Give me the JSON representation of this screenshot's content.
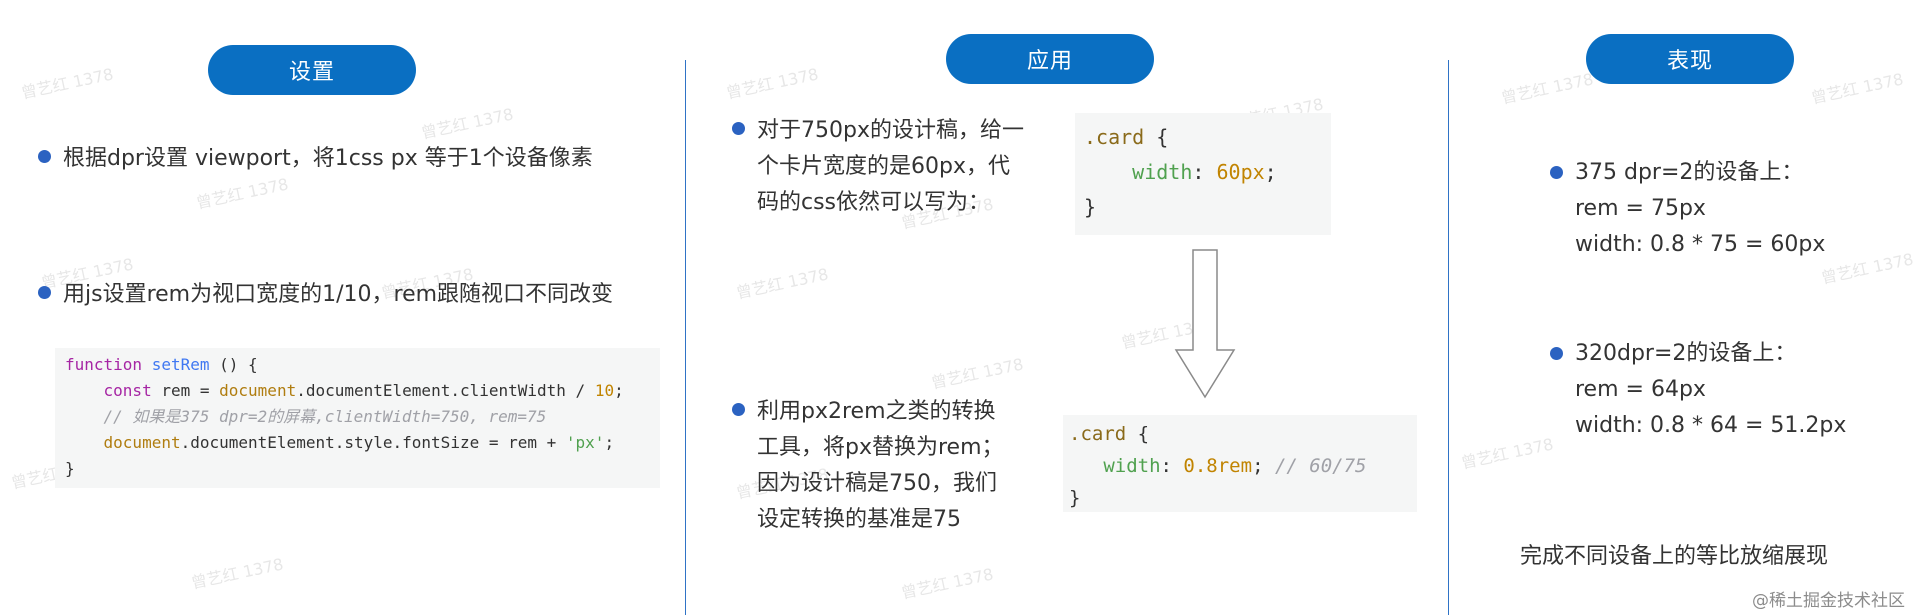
{
  "headers": {
    "setup": "设置",
    "apply": "应用",
    "result": "表现"
  },
  "setup": {
    "bullet1": "根据dpr设置 viewport，将1css px 等于1个设备像素",
    "bullet2": "用js设置rem为视口宽度的1/10，rem跟随视口不同改变",
    "code": {
      "l1_kw": "function",
      "l1_fn": "setRem",
      "l1_rest": " () {",
      "l2_kw": "const",
      "l2_a": " rem = ",
      "l2_obj": "document",
      "l2_b": ".documentElement.clientWidth / ",
      "l2_num": "10",
      "l2_c": ";",
      "l3_cm": "// 如果是375 dpr=2的屏幕,clientWidth=750, rem=75",
      "l4_obj": "document",
      "l4_a": ".documentElement.style.fontSize = rem + ",
      "l4_str": "'px'",
      "l4_b": ";",
      "l5": "}"
    }
  },
  "apply": {
    "bullet1_lines": [
      "对于750px的设计稿，给一",
      "个卡片宽度的是60px，代",
      "码的css依然可以写为："
    ],
    "code1": {
      "l1_sel": ".card",
      "l1_rest": " {",
      "l2_prop": "width",
      "l2_a": ": ",
      "l2_num": "60px",
      "l2_b": ";",
      "l3": "}"
    },
    "bullet2_lines": [
      "利用px2rem之类的转换",
      "工具，将px替换为rem；",
      "因为设计稿是750，我们",
      "设定转换的基准是75"
    ],
    "code2": {
      "l1_sel": ".card",
      "l1_rest": " {",
      "l2_prop": "width",
      "l2_a": ": ",
      "l2_num": "0.8rem",
      "l2_b": "; ",
      "l2_cm": "// 60/75",
      "l3": "}"
    }
  },
  "result": {
    "item1_lines": [
      "375 dpr=2的设备上：",
      "rem = 75px",
      "width: 0.8 * 75 = 60px"
    ],
    "item2_lines": [
      "320dpr=2的设备上：",
      "rem = 64px",
      "width: 0.8 * 64 = 51.2px"
    ],
    "conclusion": "完成不同设备上的等比放缩展现"
  },
  "watermark": {
    "text": "@稀土掘金技术社区",
    "repeat": "曾艺红 1378"
  }
}
